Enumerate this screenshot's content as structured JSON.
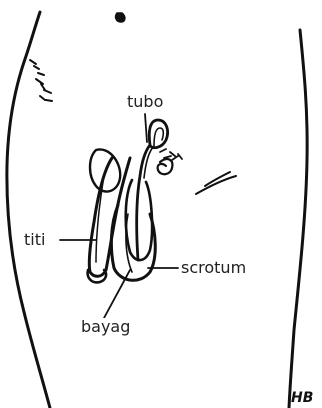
{
  "labels": {
    "tubo": "tubo",
    "titi": "titi",
    "scrotum": "scrotum",
    "bayag": "bayag"
  },
  "signature": "HB",
  "colors": {
    "ink": "#111111",
    "label_text": "#222222",
    "background": "#ffffff"
  }
}
